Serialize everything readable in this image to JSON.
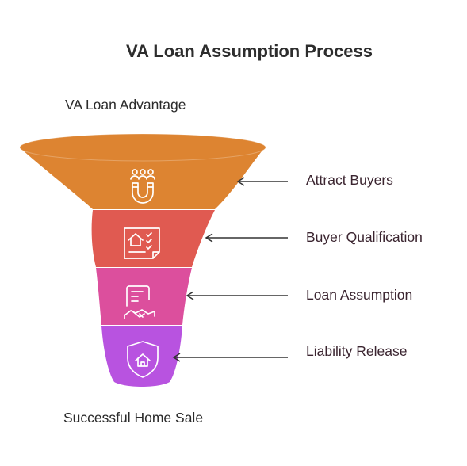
{
  "title": "VA Loan Assumption Process",
  "top_label": "VA Loan Advantage",
  "bottom_label": "Successful Home Sale",
  "stages": [
    {
      "label": "Attract Buyers",
      "icon": "magnet-people-icon",
      "color": "#dd8431"
    },
    {
      "label": "Buyer Qualification",
      "icon": "home-checklist-icon",
      "color": "#e05a51"
    },
    {
      "label": "Loan Assumption",
      "icon": "handshake-document-icon",
      "color": "#dc4f9d"
    },
    {
      "label": "Liability Release",
      "icon": "home-shield-icon",
      "color": "#b853e0"
    }
  ],
  "colors": {
    "rim": "#dd8431",
    "arrow": "#333333",
    "icon_stroke": "#ffffff"
  }
}
